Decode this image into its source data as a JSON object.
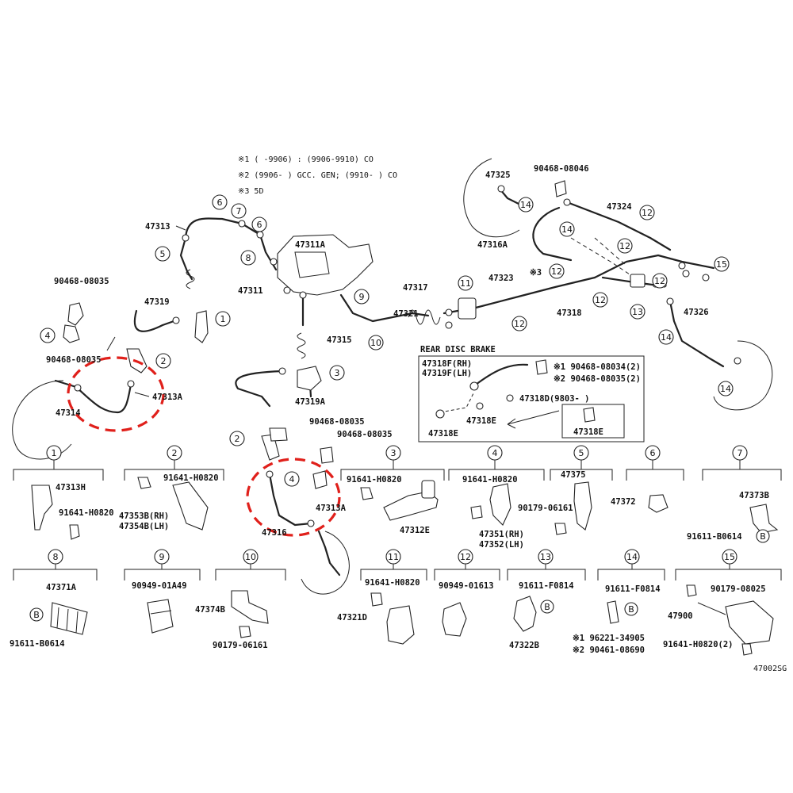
{
  "notes": {
    "n1": "※1 (      -9906) : (9906-9910) CO",
    "n2": "※2 (9906-      ) GCC. GEN; (9910-      ) CO",
    "n3": "※3 5D"
  },
  "parts": {
    "p47313": "47313",
    "p90468_08035": "90468-08035",
    "p47319": "47319",
    "p47314": "47314",
    "p47313A": "47313A",
    "p47311A": "47311A",
    "p47311": "47311",
    "p47315": "47315",
    "p47319A": "47319A",
    "p47317": "47317",
    "p47321": "47321",
    "p47323": "47323",
    "p47318": "47318",
    "p47325": "47325",
    "p90468_08046": "90468-08046",
    "p47324": "47324",
    "p47316A": "47316A",
    "p47326": "47326",
    "p47316": "47316",
    "x3": "※3"
  },
  "rear_disc": {
    "title": "REAR DISC BRAKE",
    "l1": "47318F(RH)",
    "l2": "47319F(LH)",
    "r1": "※1 90468-08034(2)",
    "r2": "※2 90468-08035(2)",
    "d": "47318D(9803-      )",
    "e1": "47318E",
    "e2": "47318E",
    "e3": "47318E"
  },
  "detail": {
    "d1": {
      "num": "1",
      "a": "47313H",
      "b": "91641-H0820"
    },
    "d2": {
      "num": "2",
      "a": "91641-H0820",
      "b": "47353B(RH)",
      "c": "47354B(LH)"
    },
    "d3": {
      "num": "3",
      "a": "91641-H0820",
      "b": "47312E"
    },
    "d4": {
      "num": "4",
      "a": "91641-H0820",
      "b": "47351(RH)",
      "c": "47352(LH)"
    },
    "d5": {
      "num": "5",
      "a": "47375",
      "b": "90179-06161"
    },
    "d6": {
      "num": "6",
      "a": "47372"
    },
    "d7": {
      "num": "7",
      "a": "47373B",
      "b": "91611-B0614"
    },
    "d8": {
      "num": "8",
      "a": "47371A",
      "b": "91611-B0614"
    },
    "d9": {
      "num": "9",
      "a": "90949-01A49"
    },
    "d10": {
      "num": "10",
      "a": "47374B",
      "b": "90179-06161"
    },
    "d11": {
      "num": "11",
      "a": "91641-H0820",
      "b": "47321D"
    },
    "d12": {
      "num": "12",
      "a": "90949-01613"
    },
    "d13": {
      "num": "13",
      "a": "91611-F0814",
      "b": "47322B"
    },
    "d14": {
      "num": "14",
      "a": "91611-F0814",
      "b": "※1  96221-34905",
      "c": "※2  90461-08690"
    },
    "d15": {
      "num": "15",
      "a": "90179-08025",
      "b": "47900",
      "c": "91641-H0820(2)"
    }
  },
  "circle_labels": {
    "c1": "1",
    "c2": "2",
    "c3": "3",
    "c4": "4",
    "c5": "5",
    "c6": "6",
    "c7": "7",
    "c8": "8",
    "c9": "9",
    "c10": "10",
    "c11": "11",
    "c12": "12",
    "c13": "13",
    "c14": "14",
    "c15": "15",
    "b": "B"
  },
  "code": "47002SG",
  "colors": {
    "highlight": "#e0201b",
    "ink": "#222222"
  }
}
